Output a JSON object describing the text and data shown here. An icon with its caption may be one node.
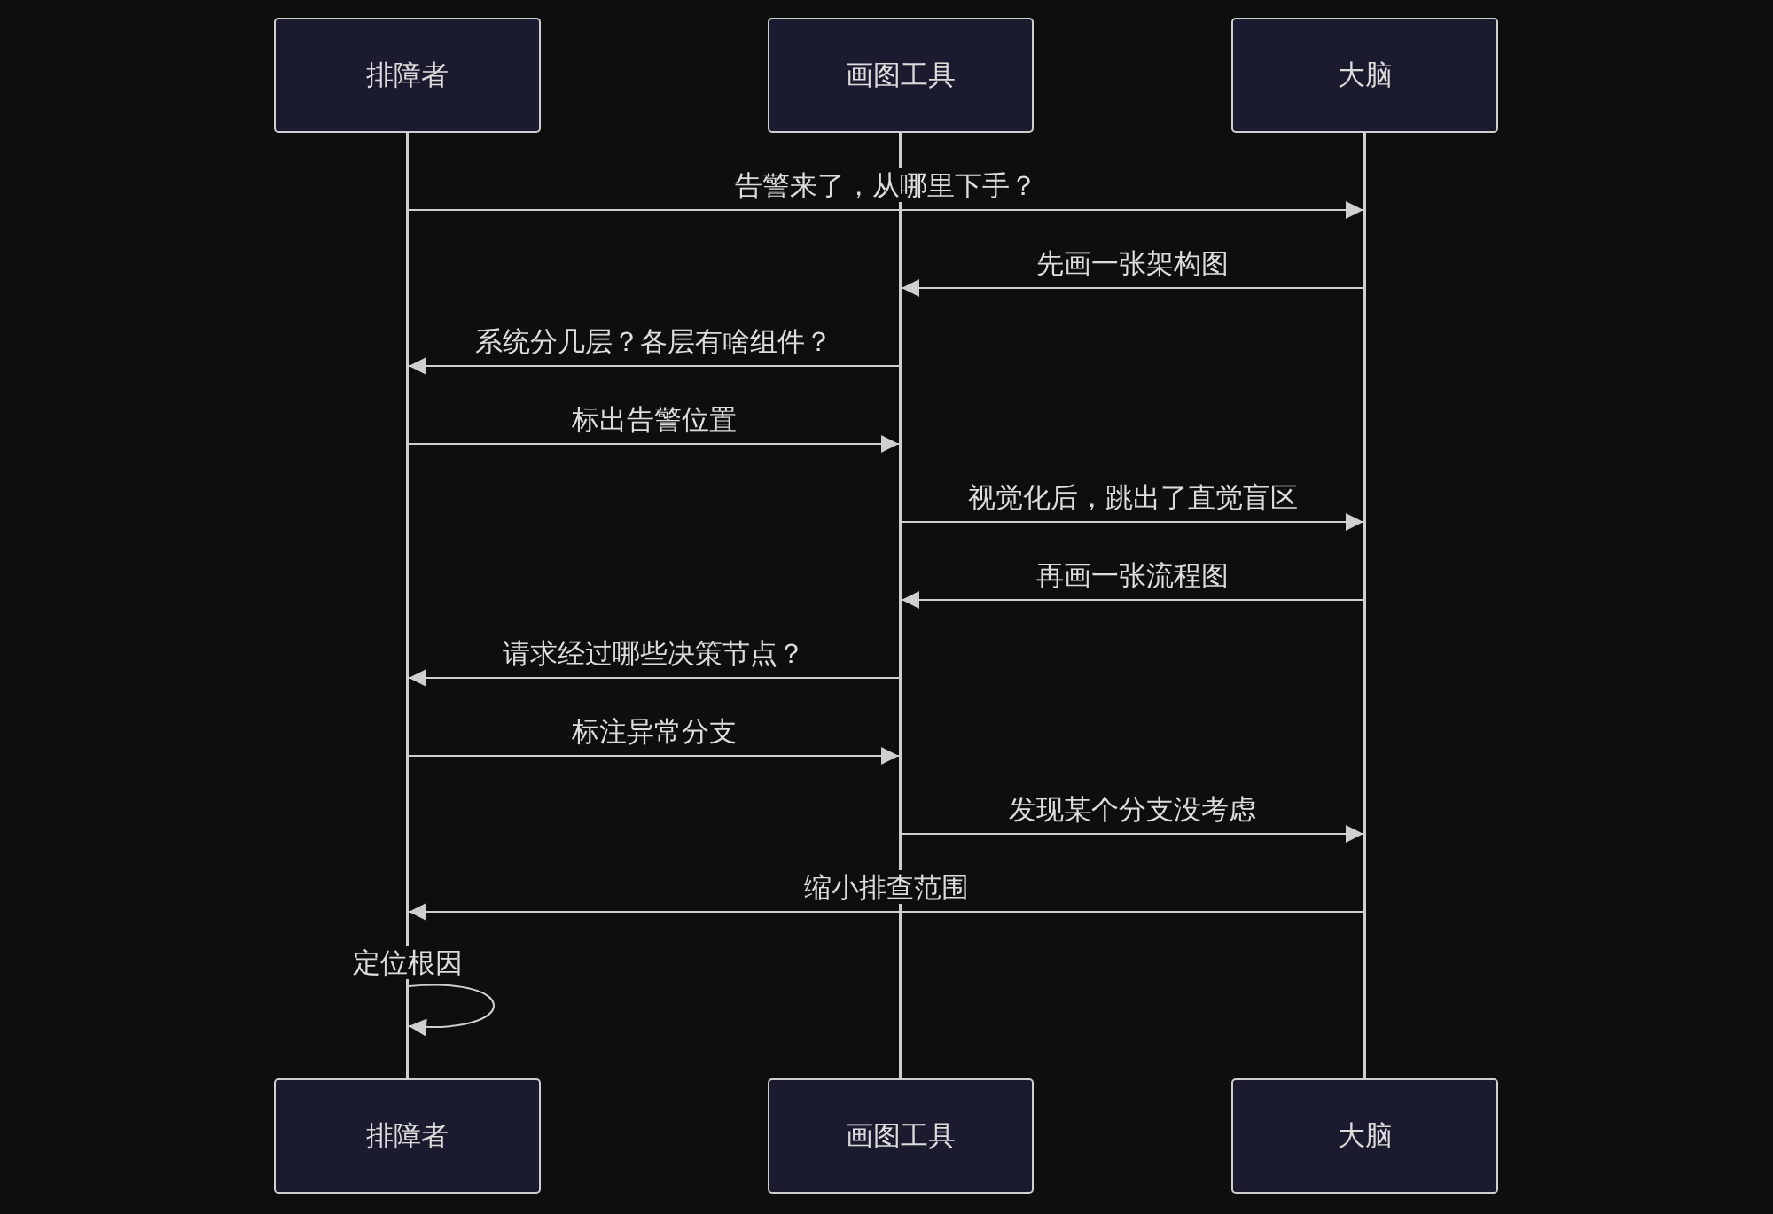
{
  "diagram": {
    "nodes": [
      {
        "text": [
          "排障者"
        ]
      },
      {
        "text": [
          "画图工具"
        ]
      },
      {
        "text": [
          "大脑"
        ]
      },
      {
        "text": [],
        "shape": "line"
      },
      {
        "text": [],
        "shape": "line"
      },
      {
        "text": [],
        "shape": "line"
      },
      {
        "text": [
          "排障者"
        ]
      },
      {
        "text": [
          "画图工具"
        ]
      },
      {
        "text": [
          "大脑"
        ]
      }
    ],
    "edges": [
      {
        "from": 3,
        "to": 5,
        "arrow": "to",
        "label": "告警来了，从哪里下手？"
      },
      {
        "from": 5,
        "to": 4,
        "arrow": "to",
        "label": "先画一张架构图"
      },
      {
        "from": 4,
        "to": 3,
        "arrow": "to",
        "label": "系统分几层？各层有啥组件？"
      },
      {
        "from": 3,
        "to": 4,
        "arrow": "to",
        "label": "标出告警位置"
      },
      {
        "from": 4,
        "to": 5,
        "arrow": "to",
        "label": "视觉化后，跳出了直觉盲区"
      },
      {
        "from": 5,
        "to": 4,
        "arrow": "to",
        "label": "再画一张流程图"
      },
      {
        "from": 4,
        "to": 3,
        "arrow": "to",
        "label": "请求经过哪些决策节点？"
      },
      {
        "from": 3,
        "to": 4,
        "arrow": "to",
        "label": "标注异常分支"
      },
      {
        "from": 4,
        "to": 5,
        "arrow": "to",
        "label": "发现某个分支没考虑"
      },
      {
        "from": 5,
        "to": 3,
        "arrow": "to",
        "label": "缩小排查范围"
      },
      {
        "from": 3,
        "to": 3,
        "arrow": "to",
        "label": "定位根因"
      }
    ]
  }
}
